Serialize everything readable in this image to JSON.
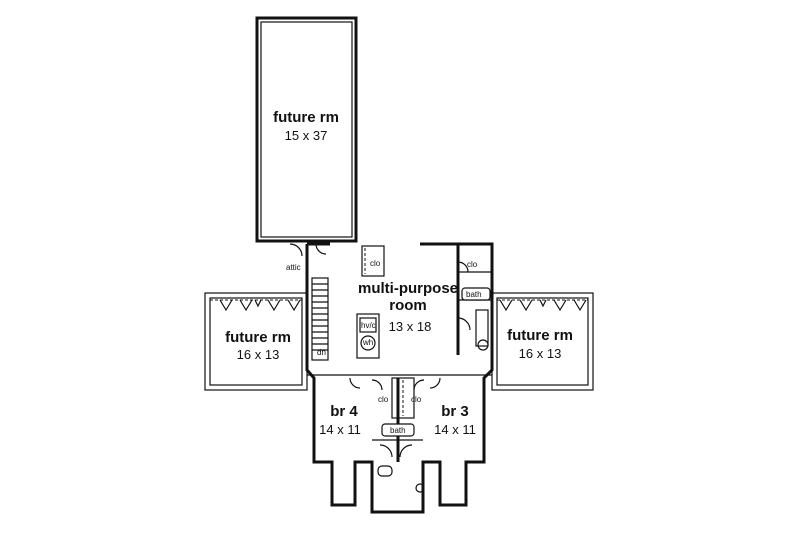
{
  "rooms": {
    "future_top": {
      "name": "future rm",
      "dim": "15 x 37"
    },
    "future_left": {
      "name": "future rm",
      "dim": "16 x 13"
    },
    "future_right": {
      "name": "future rm",
      "dim": "16 x 13"
    },
    "multipurpose": {
      "name_line1": "multi-purpose",
      "name_line2": "room",
      "dim": "13 x 18"
    },
    "br4": {
      "name": "br 4",
      "dim": "14 x 11"
    },
    "br3": {
      "name": "br 3",
      "dim": "14 x 11"
    }
  },
  "labels": {
    "attic": "attic",
    "clo": "clo",
    "bath": "bath",
    "dn": "dn",
    "hvac": "hv/c",
    "wh": "wh"
  }
}
